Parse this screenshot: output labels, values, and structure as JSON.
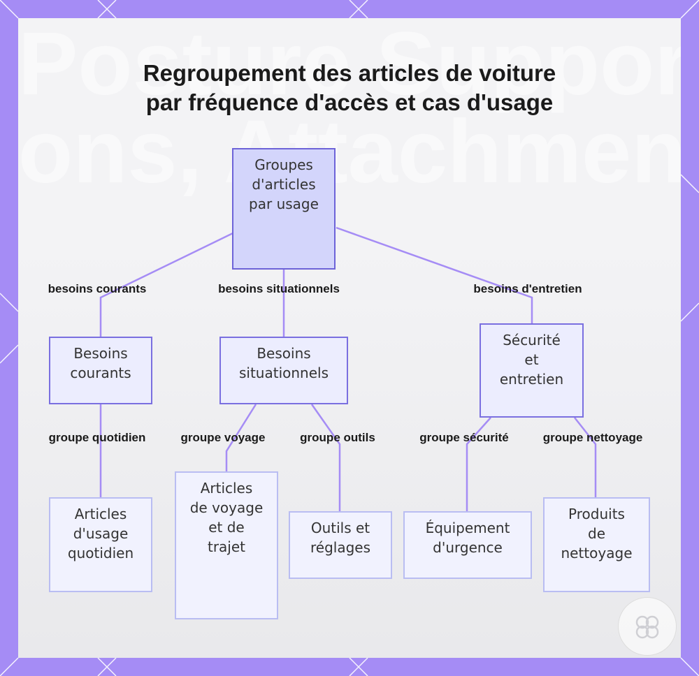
{
  "title_lines": [
    "Regroupement des articles de voiture",
    "par fréquence d'accès et cas d'usage"
  ],
  "background_text": [
    "Posture Suppor",
    "ons, Attachments"
  ],
  "colors": {
    "frame": "#a58cf5",
    "edge": "#a58cf5",
    "node_border": "#7a6fe0",
    "root_fill": "#d3d5fb",
    "node_fill": "#ecedfe"
  },
  "nodes": {
    "root": "Groupes\nd'articles\npar usage",
    "courants": "Besoins\ncourants",
    "situationnels": "Besoins\nsituationnels",
    "entretien": "Sécurité\net\nentretien",
    "quotidien": "Articles\nd'usage\nquotidien",
    "voyage": "Articles\nde voyage\net de\ntrajet",
    "outils": "Outils et\nréglages",
    "urgence": "Équipement\nd'urgence",
    "nettoyage": "Produits\nde\nnettoyage"
  },
  "edge_labels": {
    "courants": "besoins courants",
    "situationnels": "besoins situationnels",
    "entretien": "besoins d'entretien",
    "quotidien": "groupe quotidien",
    "voyage": "groupe voyage",
    "outils": "groupe outils",
    "securite": "groupe sécurité",
    "nettoyage": "groupe nettoyage"
  },
  "logo_icon": "brand-logo-icon"
}
